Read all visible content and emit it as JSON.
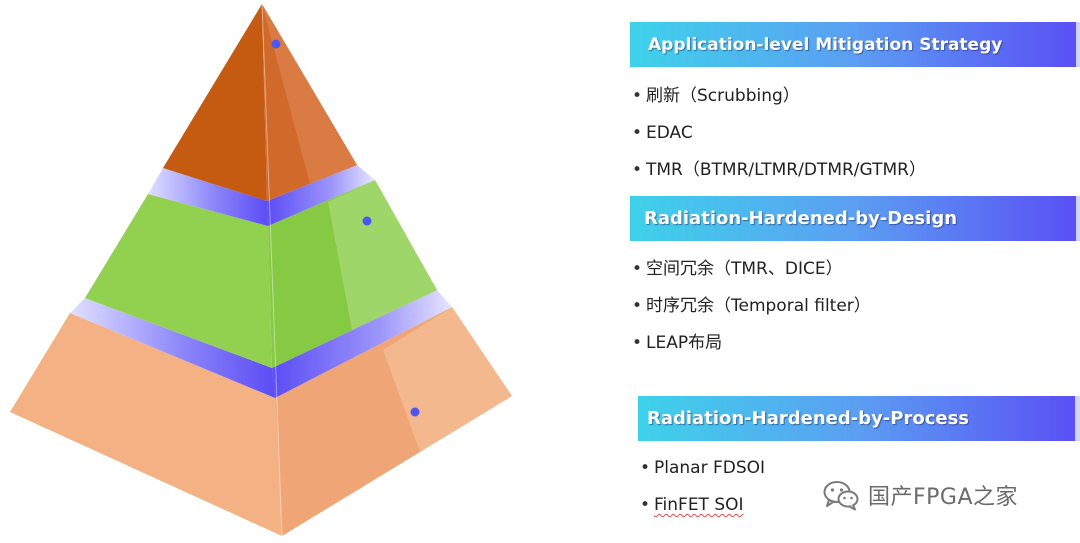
{
  "tiers": [
    {
      "title": "Application-level  Mitigation Strategy",
      "items": [
        "刷新（Scrubbing）",
        "EDAC",
        "TMR（BTMR/LTMR/DTMR/GTMR）"
      ],
      "color": "#c55a11"
    },
    {
      "title": "Radiation-Hardened-by-Design",
      "items": [
        "空间冗余（TMR、DICE）",
        "时序冗余（Temporal filter）",
        "LEAP布局"
      ],
      "color": "#92d050"
    },
    {
      "title": "Radiation-Hardened-by-Process",
      "items": [
        "Planar FDSOI",
        "FinFET SOI"
      ],
      "color": "#f4b183"
    }
  ],
  "separator_color": "#5b4cf5",
  "connector_color": "#4a57f0",
  "watermark": {
    "text": "国产FPGA之家",
    "icon": "wechat-icon"
  },
  "bullet": "•"
}
